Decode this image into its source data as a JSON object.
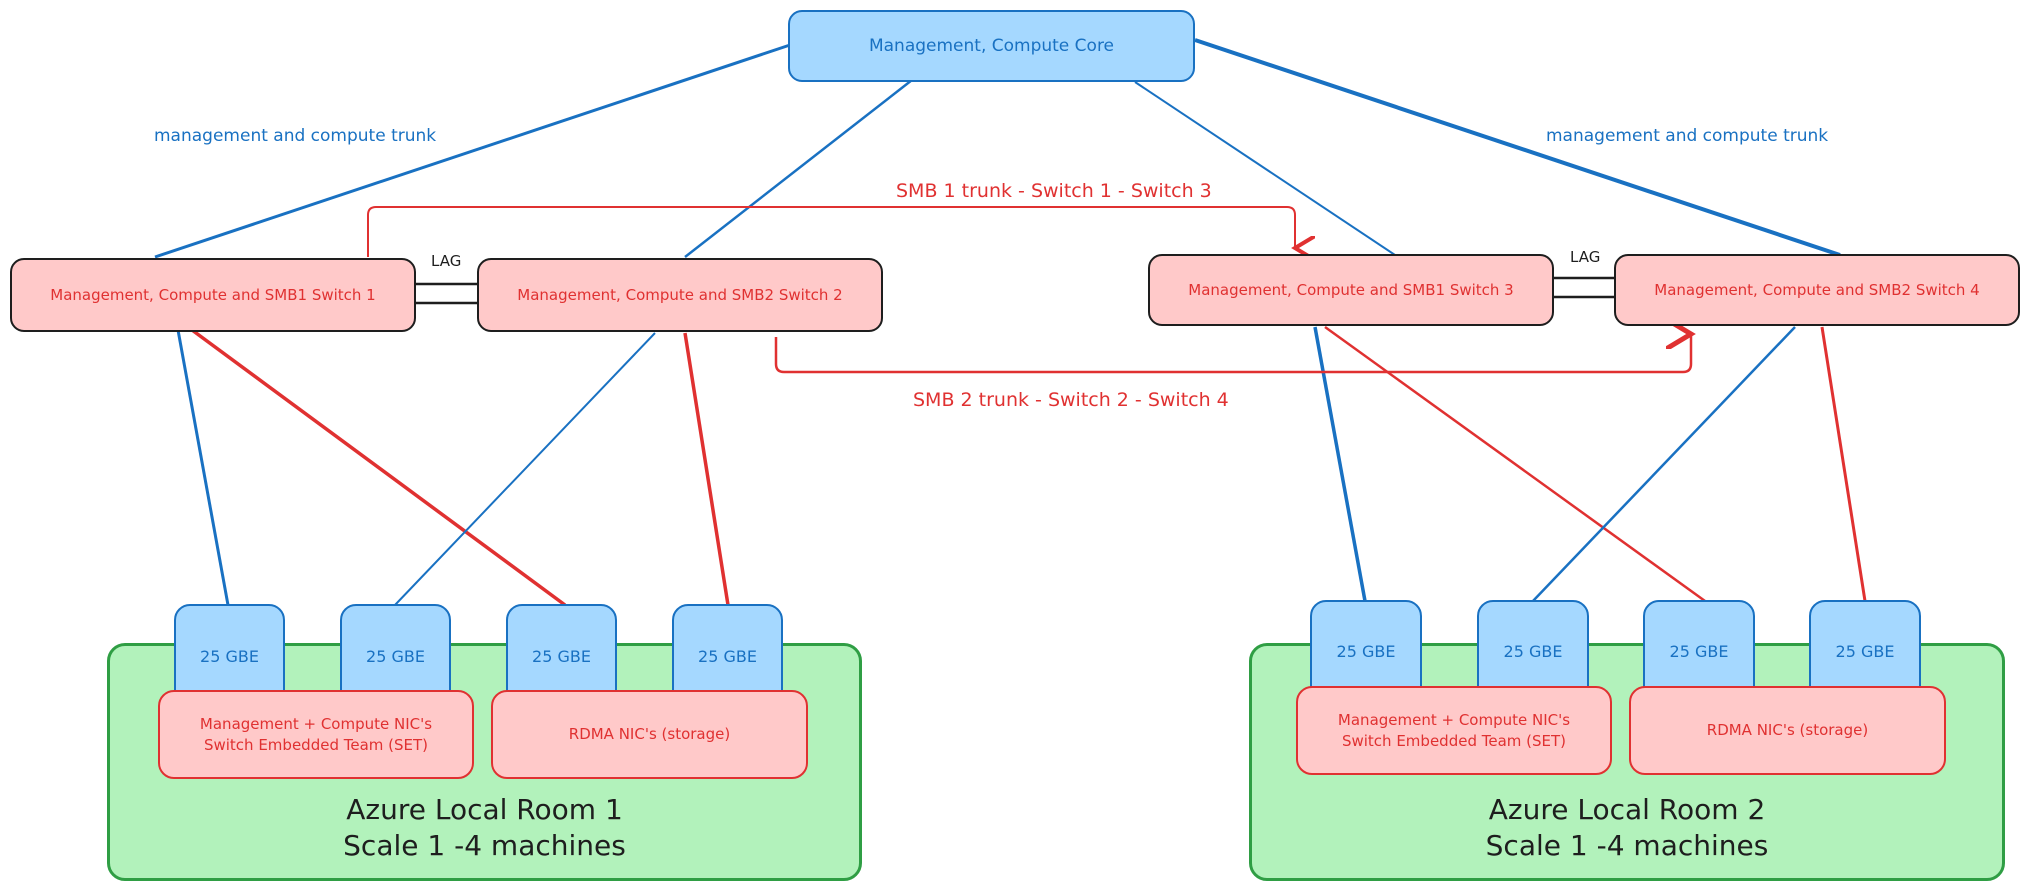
{
  "core": {
    "label": "Management, Compute Core"
  },
  "trunk_labels": {
    "left": "management and compute trunk",
    "right": "management and compute trunk"
  },
  "smb_trunks": {
    "smb1": "SMB 1 trunk - Switch 1 - Switch 3",
    "smb2": "SMB 2 trunk - Switch 2 - Switch 4"
  },
  "lag_labels": {
    "left": "LAG",
    "right": "LAG"
  },
  "switches": [
    {
      "label": "Management, Compute and SMB1 Switch 1"
    },
    {
      "label": "Management, Compute and SMB2 Switch 2"
    },
    {
      "label": "Management, Compute and SMB1 Switch 3"
    },
    {
      "label": "Management, Compute and SMB2 Switch 4"
    }
  ],
  "rooms": [
    {
      "label": "Azure Local Room 1\nScale 1 -4 machines",
      "ports": [
        "25 GBE",
        "25 GBE",
        "25 GBE",
        "25 GBE"
      ],
      "nics": [
        {
          "label": "Management + Compute NIC's\nSwitch Embedded Team (SET)"
        },
        {
          "label": "RDMA NIC's (storage)"
        }
      ]
    },
    {
      "label": "Azure Local Room 2\nScale 1 -4 machines",
      "ports": [
        "25 GBE",
        "25 GBE",
        "25 GBE",
        "25 GBE"
      ],
      "nics": [
        {
          "label": "Management + Compute NIC's\nSwitch Embedded Team (SET)"
        },
        {
          "label": "RDMA NIC's (storage)"
        }
      ]
    }
  ],
  "colors": {
    "blue_link": "#1971c2",
    "red_link": "#e03131",
    "switch_fill": "#ffc9c9",
    "core_fill": "#a5d8ff",
    "room_fill": "#b2f2bb",
    "room_border": "#2f9e44"
  }
}
